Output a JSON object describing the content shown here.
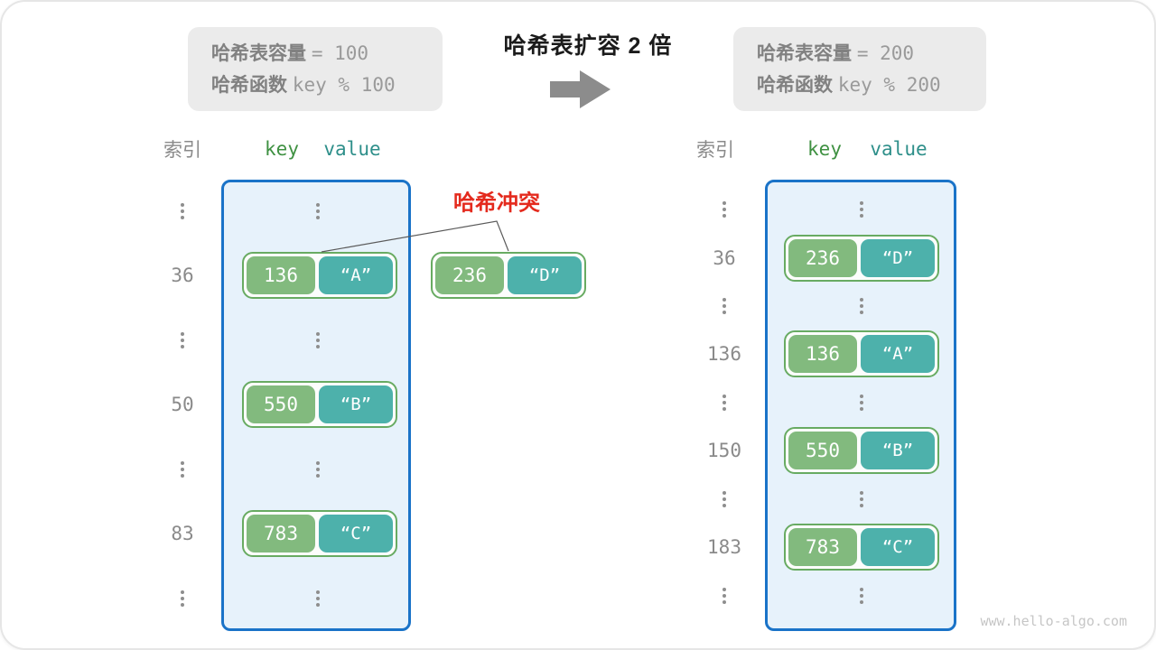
{
  "panels": {
    "left": {
      "lines": [
        {
          "label": "哈希表容量",
          "value": "= 100"
        },
        {
          "label": "哈希函数",
          "value": "key % 100"
        }
      ]
    },
    "right": {
      "lines": [
        {
          "label": "哈希表容量",
          "value": "= 200"
        },
        {
          "label": "哈希函数",
          "value": "key % 200"
        }
      ]
    }
  },
  "transition": {
    "title": "哈希表扩容 2 倍",
    "arrow_icon": "right-block-arrow"
  },
  "collision": {
    "label": "哈希冲突",
    "pair": {
      "key": "236",
      "value": "“D”"
    }
  },
  "tables": {
    "left": {
      "header": {
        "index": "索引",
        "key": "key",
        "value": "value"
      },
      "entries": [
        {
          "index": "36",
          "key": "136",
          "value": "“A”"
        },
        {
          "index": "50",
          "key": "550",
          "value": "“B”"
        },
        {
          "index": "83",
          "key": "783",
          "value": "“C”"
        }
      ]
    },
    "right": {
      "header": {
        "index": "索引",
        "key": "key",
        "value": "value"
      },
      "entries": [
        {
          "index": "36",
          "key": "236",
          "value": "“D”"
        },
        {
          "index": "136",
          "key": "136",
          "value": "“A”"
        },
        {
          "index": "150",
          "key": "550",
          "value": "“B”"
        },
        {
          "index": "183",
          "key": "783",
          "value": "“C”"
        }
      ]
    }
  },
  "icons": {
    "ellipsis": "vertical-three-dots",
    "transition_arrow": "right-block-arrow"
  },
  "colors": {
    "container_border": "#1a73c8",
    "container_fill": "#e7f2fb",
    "key_box": "#82ba7e",
    "value_box": "#4db1ab",
    "pair_border": "#68ab62",
    "collision_red": "#e42a1d",
    "header_key_green": "#3f9142",
    "header_value_teal": "#2e8f8a",
    "gray_text": "#8a8a8a",
    "panel_bg": "#ebebeb",
    "arrow_gray": "#8c8c8c"
  },
  "watermark": "www.hello-algo.com"
}
